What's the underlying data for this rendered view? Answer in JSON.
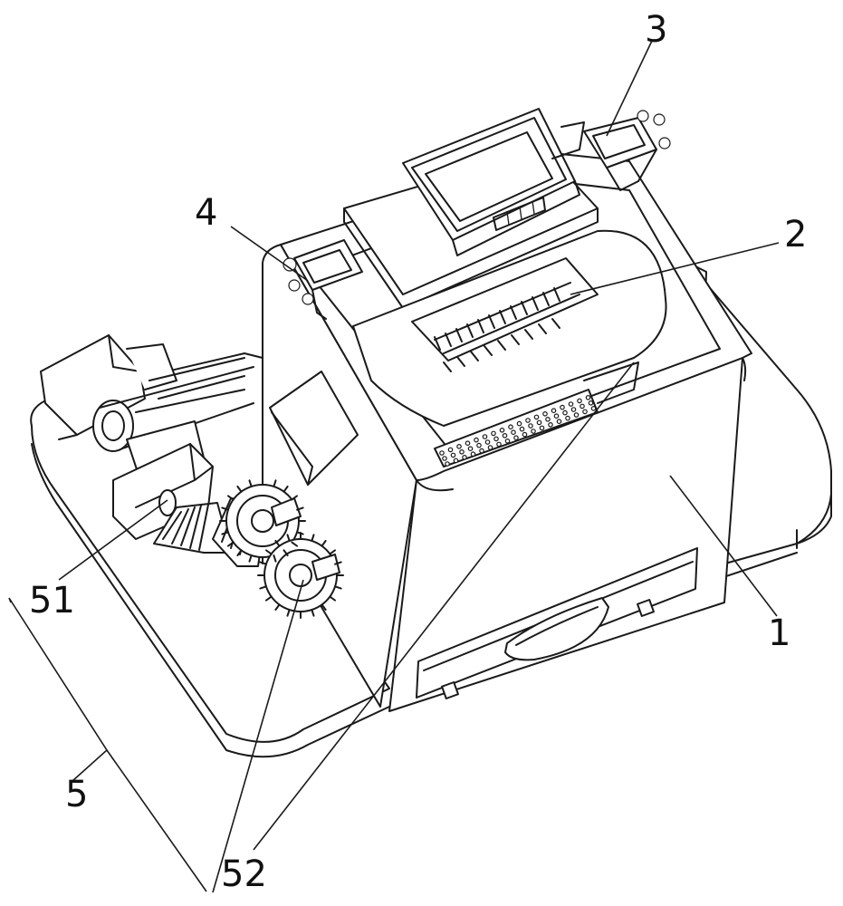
{
  "labels": {
    "housing": "1",
    "crushing_cylinder": "2",
    "clamp": "3",
    "hinge": "4",
    "drive_assembly": "5",
    "motor_shaft": "51",
    "gear": "52"
  },
  "icons": {
    "housing": "housing-box-icon",
    "screen": "display-screen-icon",
    "drawer": "drawer-icon",
    "gears": "gear-icon",
    "motor": "motor-icon"
  }
}
